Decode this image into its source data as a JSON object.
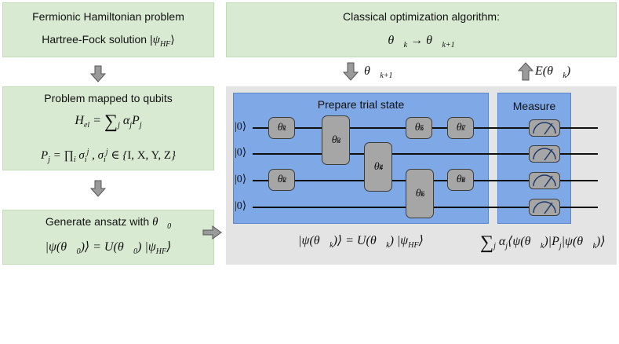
{
  "left_boxes": {
    "box1": {
      "line1": "Fermionic Hamiltonian problem",
      "line2": "Hartree-Fock solution |ψ_HF⟩"
    },
    "box2": {
      "title": "Problem mapped to qubits",
      "hamiltonian": "H_el = ∑_j α_j P_j",
      "pauli": "P_j = ∏_i σ_i^j , σ_i^j ∈ {I, X, Y, Z}"
    },
    "box3": {
      "title": "Generate ansatz with θ⃗_0",
      "formula": "|ψ(θ⃗_0)⟩ = U(θ⃗_0) |ψ_HF⟩"
    }
  },
  "optimizer": {
    "title": "Classical optimization algorithm:",
    "update": "θ⃗_k → θ⃗_k+1"
  },
  "arrows": {
    "down_label": "θ⃗_k+1",
    "up_label": "E(θ⃗_k)"
  },
  "circuit": {
    "prepare_title": "Prepare trial state",
    "measure_title": "Measure",
    "qubits": [
      "|0⟩",
      "|0⟩",
      "|0⟩",
      "|0⟩"
    ],
    "gates": [
      "θ1k",
      "θ2k",
      "θ3k",
      "θ4k",
      "θ5k",
      "θ6k",
      "θ7k",
      "θ8k"
    ]
  },
  "bottom": {
    "state": "|ψ(θ⃗_k)⟩ = U(θ⃗_k) |ψ_HF⟩",
    "expectation": "∑_j α_j ⟨ψ(θ⃗_k)|P_j|ψ(θ⃗_k)⟩"
  }
}
